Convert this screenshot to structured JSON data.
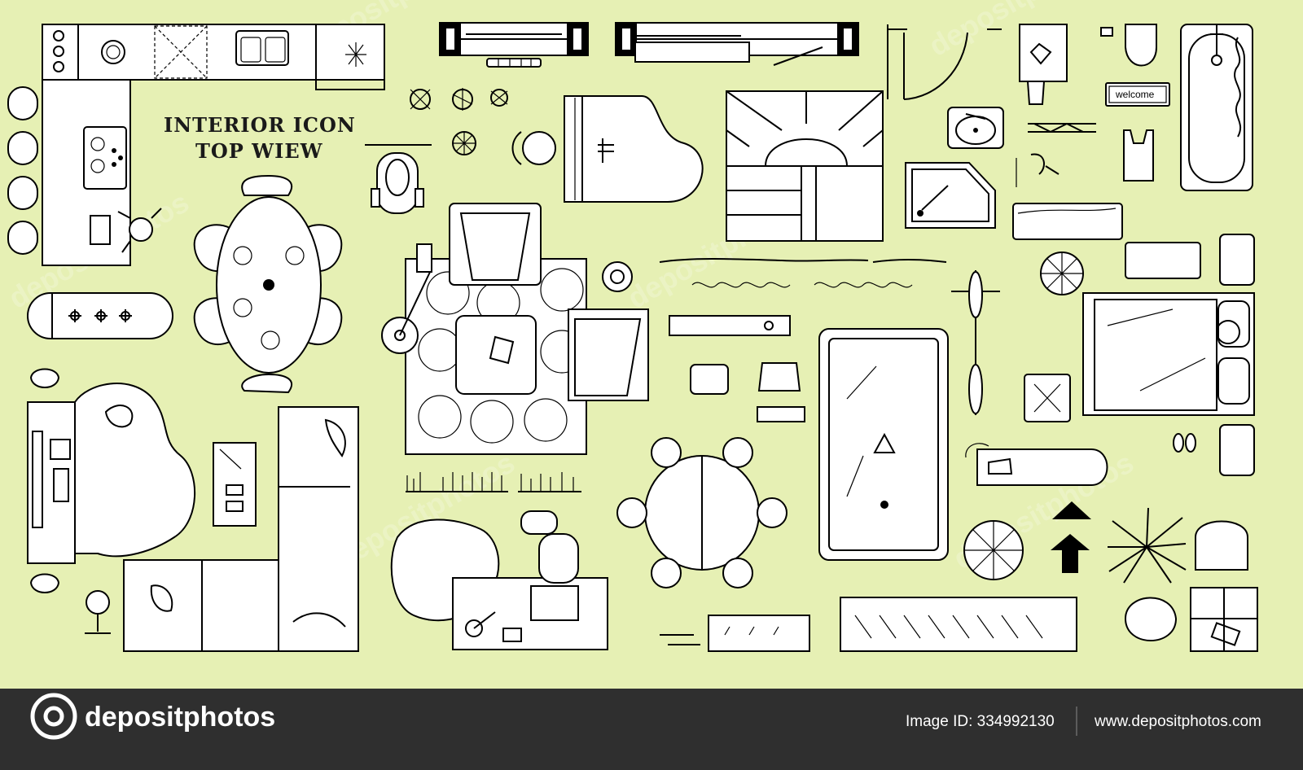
{
  "heading": {
    "line1": "INTERIOR ICON",
    "line2": "TOP WIEW"
  },
  "door_mat": {
    "text": "welcome"
  },
  "watermark": {
    "text": "depositphotos"
  },
  "footer": {
    "logo_text": "depositphotos",
    "image_id": "Image ID: 334992130",
    "website": "www.depositphotos.com"
  },
  "colors": {
    "background": "#e6f0b4",
    "footer": "#2f2f2f",
    "outline": "#000000",
    "fill": "#ffffff"
  }
}
